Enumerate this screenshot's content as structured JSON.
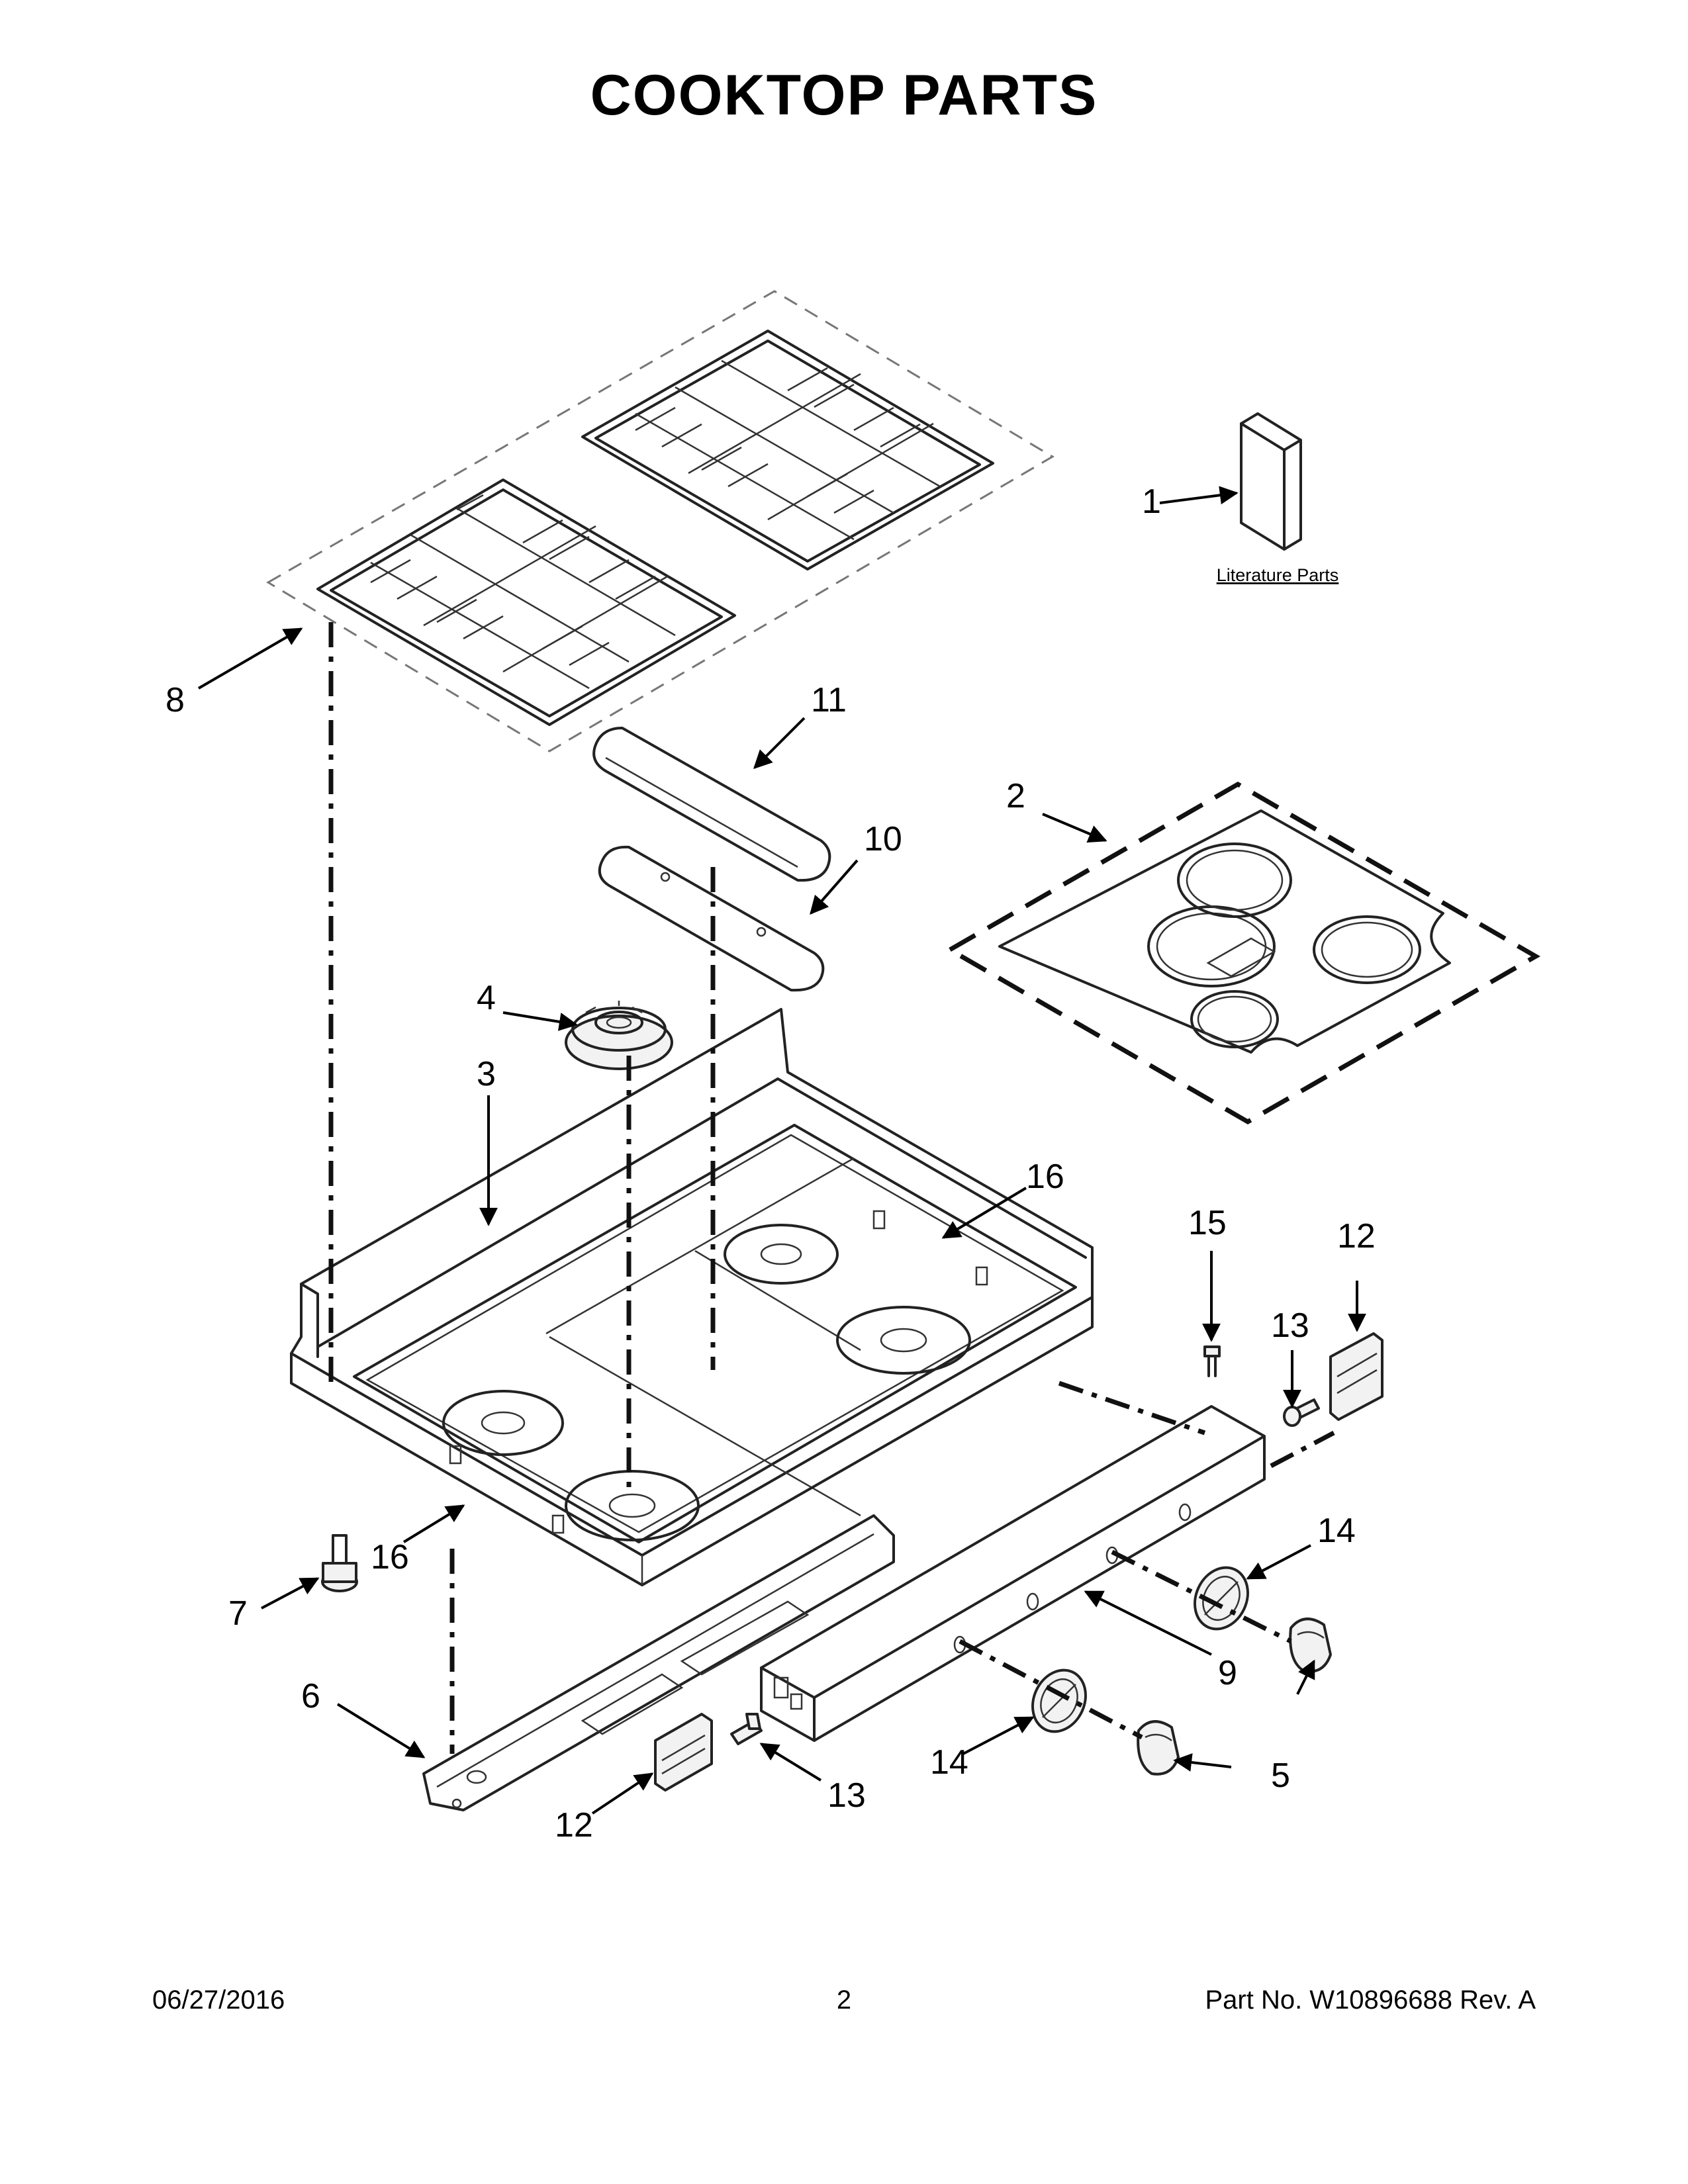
{
  "title": "COOKTOP PARTS",
  "literature_label": "Literature Parts",
  "callouts": {
    "c1": "1",
    "c2": "2",
    "c3": "3",
    "c4": "4",
    "c5": "5",
    "c6": "6",
    "c7": "7",
    "c8": "8",
    "c9": "9",
    "c10": "10",
    "c11": "11",
    "c12a": "12",
    "c12b": "12",
    "c13a": "13",
    "c13b": "13",
    "c14a": "14",
    "c14b": "14",
    "c15": "15",
    "c16a": "16",
    "c16b": "16"
  },
  "footer": {
    "date": "06/27/2016",
    "page": "2",
    "part_no": "Part No.  W10896688  Rev.  A"
  }
}
